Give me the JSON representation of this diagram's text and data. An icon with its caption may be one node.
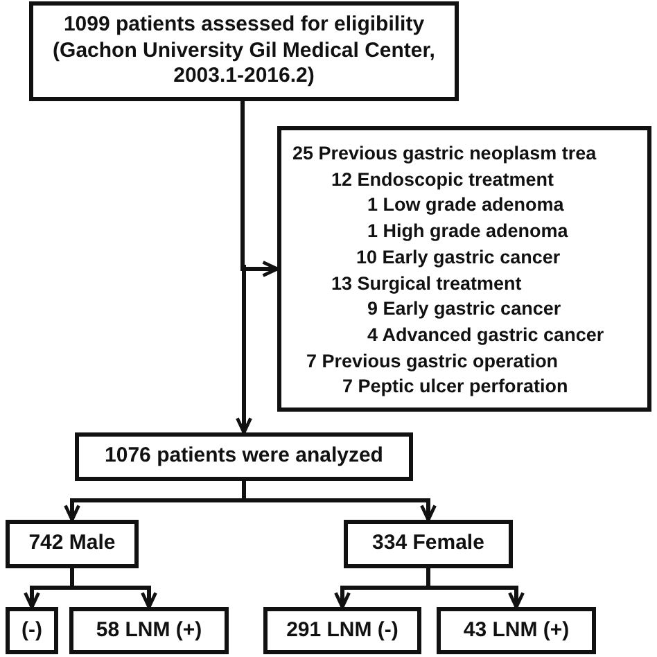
{
  "diagram": {
    "nodes": [
      {
        "text": [
          "1099 patients assessed for eligibility (Gachon University Gil Medical Center, 2003.1-2016.2)"
        ]
      },
      {
        "text": [
          "25 Previous gastric neoplasm trea",
          "12 Endoscopic treatment",
          "1 Low grade adenoma",
          "1 High grade adenoma",
          "10 Early gastric cancer",
          "13 Surgical treatment",
          "9 Early gastric cancer",
          "4 Advanced gastric cancer",
          "7 Previous gastric operation",
          "7 Peptic ulcer perforation"
        ]
      },
      {
        "text": [
          "1076 patients were analyzed"
        ]
      },
      {
        "text": [
          "742 Male"
        ]
      },
      {
        "text": [
          "334 Female"
        ]
      },
      {
        "text": [
          "(-)"
        ]
      },
      {
        "text": [
          "58 LNM (+)"
        ]
      },
      {
        "text": [
          "291 LNM (-)"
        ]
      },
      {
        "text": [
          "43 LNM (+)"
        ]
      }
    ],
    "edges": [
      {
        "from": 0,
        "to": 1,
        "arrow": "to"
      },
      {
        "from": 0,
        "to": 2,
        "arrow": "to"
      },
      {
        "from": 2,
        "to": 3,
        "arrow": "to"
      },
      {
        "from": 2,
        "to": 4,
        "arrow": "to"
      },
      {
        "from": 3,
        "to": 5,
        "arrow": "to"
      },
      {
        "from": 3,
        "to": 6,
        "arrow": "to"
      },
      {
        "from": 4,
        "to": 7,
        "arrow": "to"
      },
      {
        "from": 4,
        "to": 8,
        "arrow": "to"
      }
    ]
  }
}
